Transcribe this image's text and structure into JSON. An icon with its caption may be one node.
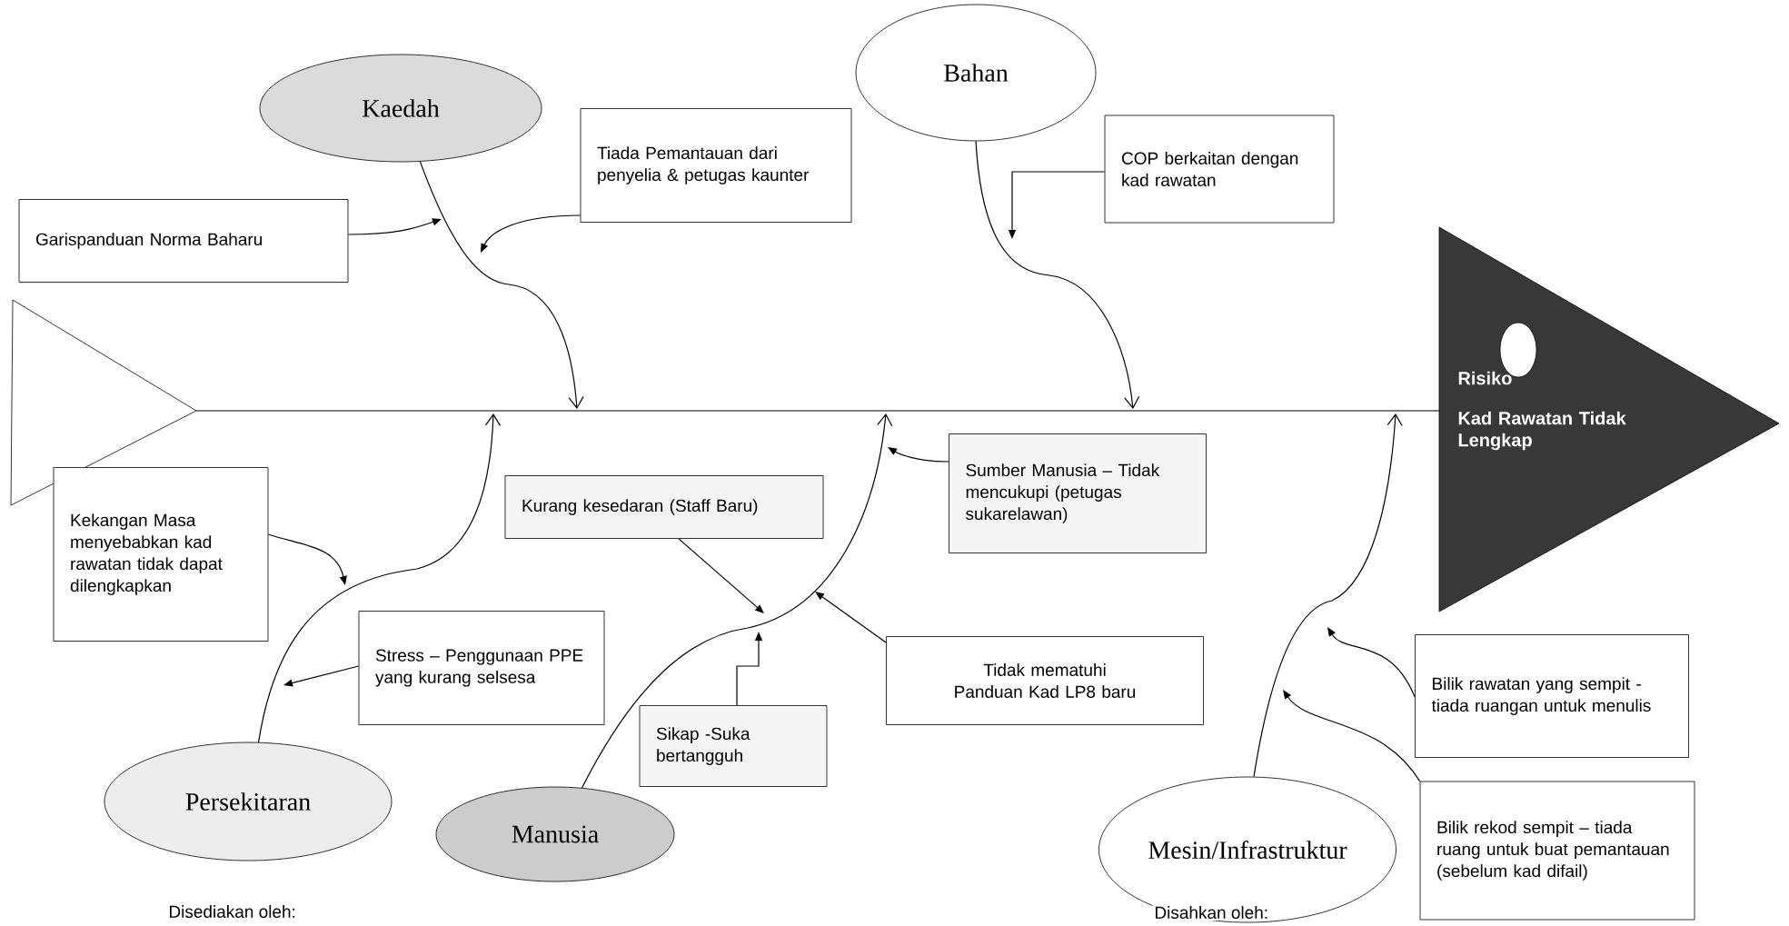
{
  "diagram": {
    "nodes": [
      {
        "text": [
          "Kaedah"
        ]
      },
      {
        "text": [
          "Tiada Pemantauan dari penyelia & petugas kaunter"
        ]
      },
      {
        "text": [
          "Bahan"
        ]
      },
      {
        "text": [
          "Garispanduan Norma Baharu"
        ]
      },
      {
        "text": [
          "COP berkaitan dengan kad rawatan"
        ]
      },
      {
        "text": [],
        "shape": "triangle"
      },
      {
        "text": [
          "Risiko",
          "Kad Rawatan Tidak Lengkap"
        ]
      },
      {
        "text": [
          "Kekangan Masa menyebabkan kad rawatan tidak dapat dilengkapkan"
        ]
      },
      {
        "text": [
          "Kurang kesedaran (Staff Baru)"
        ]
      },
      {
        "text": [
          "Sumber Manusia – Tidak mencukupi (petugas sukarelawan)"
        ]
      },
      {
        "text": [
          "Stress – Penggunaan PPE yang kurang selsesa"
        ]
      },
      {
        "text": [
          "Tidak mematuhi Panduan Kad LP8 baru"
        ]
      },
      {
        "text": [
          "Bilik rawatan yang sempit -tiada ruangan untuk menulis"
        ]
      },
      {
        "text": [
          "Sikap -Suka bertangguh"
        ]
      },
      {
        "text": [
          "Persekitaran"
        ]
      },
      {
        "text": [
          "Manusia"
        ]
      },
      {
        "text": [
          "Mesin/Infrastruktur"
        ]
      },
      {
        "text": [
          "Bilik rekod sempit – tiada ruang untuk buat pemantauan (sebelum kad difail)"
        ]
      }
    ],
    "edges": [
      {
        "from": 5,
        "to": 6,
        "arrow": "none"
      },
      {
        "from": 0,
        "to": null,
        "arrow": "to"
      },
      {
        "from": 2,
        "to": null,
        "arrow": "to"
      },
      {
        "from": 14,
        "to": null,
        "arrow": "to"
      },
      {
        "from": 15,
        "to": null,
        "arrow": "to"
      },
      {
        "from": 16,
        "to": null,
        "arrow": "to"
      },
      {
        "from": 3,
        "to": null,
        "arrow": "to"
      },
      {
        "from": 1,
        "to": null,
        "arrow": "to"
      },
      {
        "from": 4,
        "to": null,
        "arrow": "to"
      },
      {
        "from": 7,
        "to": null,
        "arrow": "to"
      },
      {
        "from": 8,
        "to": null,
        "arrow": "to"
      },
      {
        "from": 9,
        "to": null,
        "arrow": "to"
      },
      {
        "from": 10,
        "to": null,
        "arrow": "to"
      },
      {
        "from": 11,
        "to": null,
        "arrow": "to"
      },
      {
        "from": 13,
        "to": null,
        "arrow": "to"
      },
      {
        "from": 12,
        "to": null,
        "arrow": "to"
      },
      {
        "from": 17,
        "to": null,
        "arrow": "to"
      }
    ],
    "labels": [
      "Disediakan oleh:",
      "Disahkan oleh:"
    ]
  }
}
